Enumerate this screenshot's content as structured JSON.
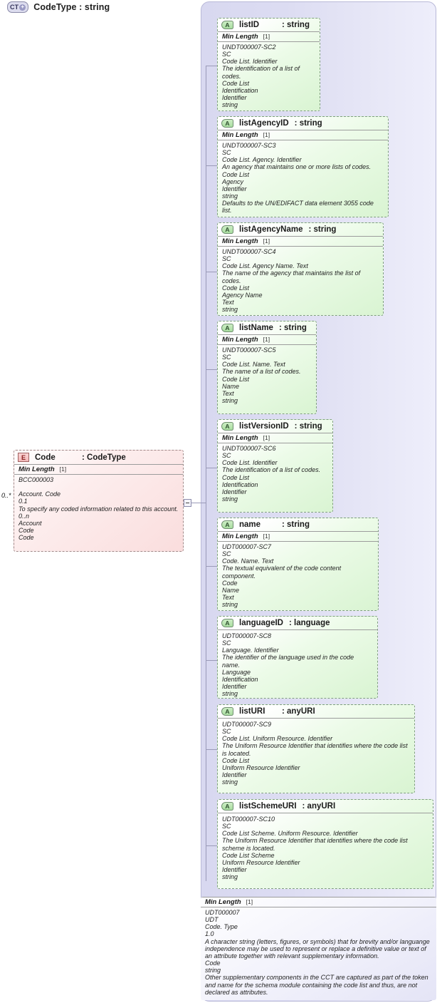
{
  "diagram": {
    "type": "xml-schema-documentation",
    "container": {
      "badge": "CT",
      "badge_plus": "+",
      "title": "CodeType : string"
    },
    "element": {
      "badge": "E",
      "name": "Code",
      "type": ": CodeType",
      "cardinality_label": "0..*",
      "rule_label": "Min Length",
      "rule_card": "[1]",
      "doc": [
        "BCC000003",
        "",
        "Account. Code",
        "0.1",
        "To specify any coded information related to this account.",
        "0..n",
        "Account",
        "Code",
        "Code"
      ]
    },
    "attributes": [
      {
        "badge": "A",
        "name": "listID",
        "type": ": string",
        "rule_label": "Min Length",
        "rule_card": "[1]",
        "doc": [
          "UNDT000007-SC2",
          "SC",
          "Code List. Identifier",
          "The identification of a list of codes.",
          "Code List",
          "Identification",
          "Identifier",
          "string"
        ]
      },
      {
        "badge": "A",
        "name": "listAgencyID",
        "type": ": string",
        "rule_label": "Min Length",
        "rule_card": "[1]",
        "doc": [
          "UNDT000007-SC3",
          "SC",
          "Code List. Agency. Identifier",
          "An agency that maintains one or more lists of codes.",
          "Code List",
          "Agency",
          "Identifier",
          "string",
          "Defaults to the UN/EDIFACT data element 3055 code list."
        ]
      },
      {
        "badge": "A",
        "name": "listAgencyName",
        "type": ": string",
        "rule_label": "Min Length",
        "rule_card": "[1]",
        "doc": [
          "UNDT000007-SC4",
          "SC",
          "Code List. Agency Name. Text",
          "The name of the agency that maintains the list of codes.",
          "Code List",
          "Agency Name",
          "Text",
          "string"
        ]
      },
      {
        "badge": "A",
        "name": "listName",
        "type": ": string",
        "rule_label": "Min Length",
        "rule_card": "[1]",
        "doc": [
          "UNDT000007-SC5",
          "SC",
          "Code List. Name. Text",
          "The name of a list of codes.",
          "Code List",
          "Name",
          "Text",
          "string"
        ]
      },
      {
        "badge": "A",
        "name": "listVersionID",
        "type": ": string",
        "rule_label": "Min Length",
        "rule_card": "[1]",
        "doc": [
          "UNDT000007-SC6",
          "SC",
          "Code List. Identifier",
          "The identification of a list of codes.",
          "Code List",
          "Identification",
          "Identifier",
          "string"
        ]
      },
      {
        "badge": "A",
        "name": "name",
        "type": ": string",
        "rule_label": "Min Length",
        "rule_card": "[1]",
        "doc": [
          "UDT000007-SC7",
          "SC",
          "Code. Name. Text",
          "The textual equivalent of the code content component.",
          "Code",
          "Name",
          "Text",
          "string"
        ]
      },
      {
        "badge": "A",
        "name": "languageID",
        "type": ": language",
        "rule_label": "",
        "rule_card": "",
        "doc": [
          "UDT000007-SC8",
          "SC",
          "Language. Identifier",
          "The identifier of the language used in the code name.",
          "Language",
          "Identification",
          "Identifier",
          "string"
        ]
      },
      {
        "badge": "A",
        "name": "listURI",
        "type": ": anyURI",
        "rule_label": "",
        "rule_card": "",
        "doc": [
          "UDT000007-SC9",
          "SC",
          "Code List. Uniform Resource. Identifier",
          "The Uniform Resource Identifier that identifies where the code list is located.",
          "Code List",
          "Uniform Resource Identifier",
          "Identifier",
          "string"
        ]
      },
      {
        "badge": "A",
        "name": "listSchemeURI",
        "type": ": anyURI",
        "rule_label": "",
        "rule_card": "",
        "doc": [
          "UDT000007-SC10",
          "SC",
          "Code List Scheme. Uniform Resource. Identifier",
          "The Uniform Resource Identifier that identifies where the code list scheme is located.",
          "Code List Scheme",
          "Uniform Resource Identifier",
          "Identifier",
          "string"
        ]
      }
    ],
    "footer": {
      "rule_label": "Min Length",
      "rule_card": "[1]",
      "doc": [
        "UDT000007",
        "UDT",
        "Code. Type",
        "1.0",
        "A character string (letters, figures, or symbols) that for brevity and/or languange independence may be used to represent or replace a definitive value or text of an attribute together with relevant supplementary information.",
        "Code",
        "string",
        "Other supplementary components in the CCT are captured as part of the token and name for the schema module containing the code list and thus, are not declared as attributes."
      ]
    }
  }
}
